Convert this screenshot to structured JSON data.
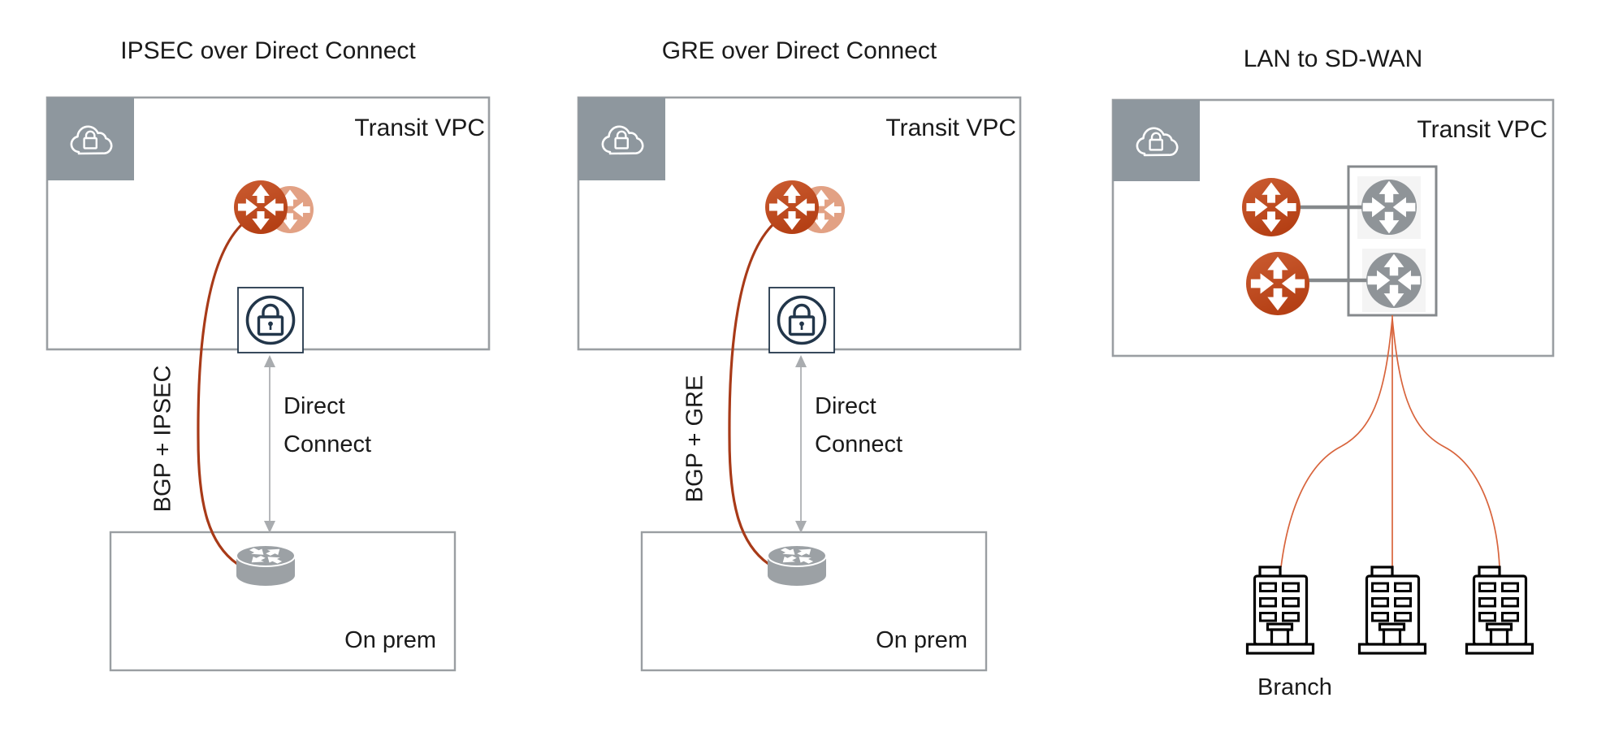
{
  "diagrams": [
    {
      "title": "IPSEC over Direct Connect",
      "vpc_label": "Transit VPC",
      "tunnel_label": "BGP + IPSEC",
      "link_label": "Direct\nConnect",
      "site_label": "On prem"
    },
    {
      "title": "GRE over Direct Connect",
      "vpc_label": "Transit VPC",
      "tunnel_label": "BGP + GRE",
      "link_label": "Direct\nConnect",
      "site_label": "On prem"
    },
    {
      "title": "LAN to SD-WAN",
      "vpc_label": "Transit VPC",
      "branch_label": "Branch"
    }
  ],
  "icons": {
    "vpc_badge": "locked-cloud-icon",
    "transit_router": "router-icon",
    "transit_router_secondary": "router-icon",
    "encryption": "lock-icon",
    "onprem_router": "router-cylinder-icon",
    "sdwan_gateway": "router-icon",
    "branch_site": "office-building-icon"
  },
  "colors": {
    "accent_red": "#C04A1E",
    "accent_red_light": "#E2A184",
    "tunnel_curve_red": "#A83A18",
    "fan_line_orange": "#D8643C",
    "box_border_gray": "#9A9EA2",
    "badge_gray": "#8E979E",
    "router_gray": "#9CA1A5",
    "sdwan_gray": "#8F9498",
    "lock_navy": "#22364A",
    "building_outline": "#000000"
  }
}
